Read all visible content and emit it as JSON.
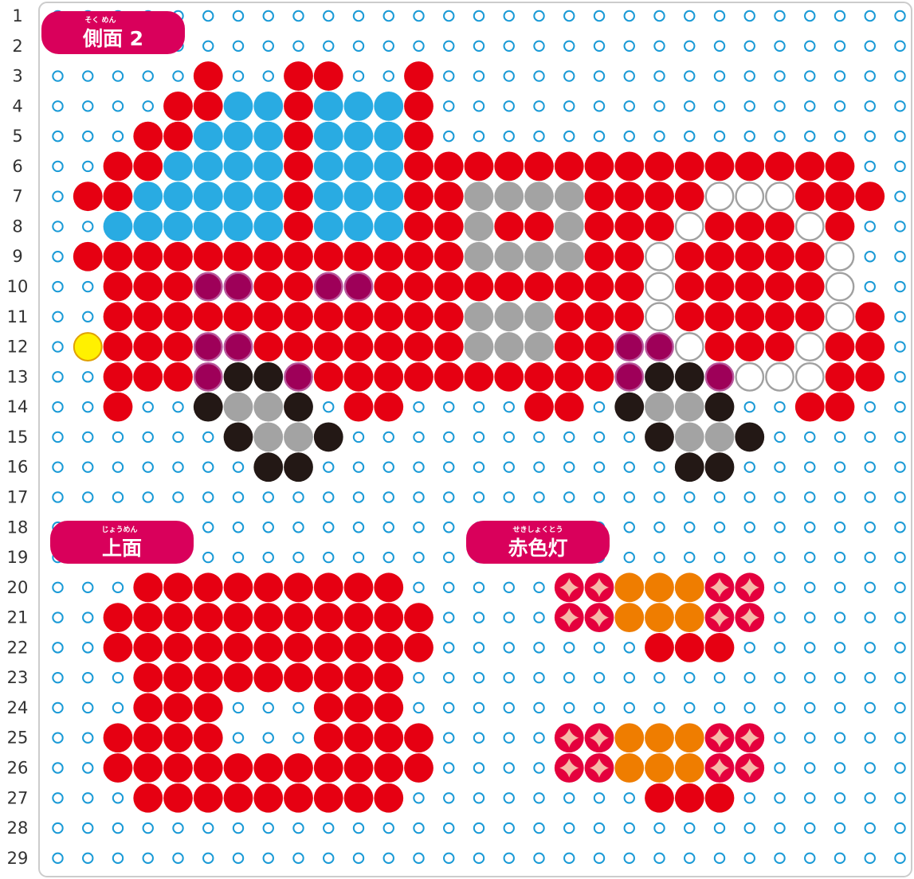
{
  "colors": {
    "R": "#e60012",
    "B": "#29abe2",
    "G": "#a3a3a3",
    "P": "#9e0059",
    "K": "#231815",
    "W": "#ffffff",
    "Y": "#fff100",
    "O": "#ef7d00",
    "S": "#e4003d",
    "peg": "#1a9ad6",
    "badge": "#d9005b",
    "frame": "#cccccc"
  },
  "legend_codes": "R=red B=blue G=gray P=purple K=black W=white Y=yellow O=orange S=sparkle",
  "row_labels": [
    "1",
    "2",
    "3",
    "4",
    "5",
    "6",
    "7",
    "8",
    "9",
    "10",
    "11",
    "12",
    "13",
    "14",
    "15",
    "16",
    "17",
    "18",
    "19",
    "20",
    "21",
    "22",
    "23",
    "24",
    "25",
    "26",
    "27",
    "28",
    "29"
  ],
  "sections": [
    {
      "title": "側面 2",
      "ruby": "そく めん"
    },
    {
      "title": "上面",
      "ruby": "じょうめん"
    },
    {
      "title": "赤色灯",
      "ruby": "せきしょくとう"
    }
  ],
  "grid": [
    ".............................",
    ".............................",
    ".....R..RR..R................",
    "....RRBBRBBBR................",
    "...RRBBBRBBBR................",
    "..RRBBBBRBBBRRRRRRRRRRRRRRR..",
    ".RRBBBBBRBBBRRGGGGRRRRWWWRRR.",
    "..BBBBBBRBBBRRGRRGRRRWRRRWR..",
    ".RRRRRRRRRRRRRGGGGRRWRRRRRW..",
    "..RRRPPRRPPRRRRRRRRRWRRRRRW..",
    "..RRRRRRRRRRRRGGGRRRWRRRRRWR.",
    ".YRRRPPRRRRRRRGGGRRPPWRRRWRR.",
    "..RRRPKKPRRRRRRRRRRPKKPWWWRR.",
    "..R..KGGK.RR....RR.KGGK..RR..",
    "......KGGK..........KGGK.....",
    ".......KK............KK......",
    ".............................",
    ".............................",
    ".............................",
    "...RRRRRRRRR.....SSOOOSS.....",
    "..RRRRRRRRRRR....SSOOOSS.....",
    "..RRRRRRRRRRR.......RRR......",
    "...RRRRRRRRR.................",
    "...RRR...RRR.................",
    "..RRRR...RRRR....SSOOOSS.....",
    "..RRRRRRRRRRR....SSOOOSS.....",
    "...RRRRRRRRR........RRR......",
    ".............................",
    "............................."
  ]
}
